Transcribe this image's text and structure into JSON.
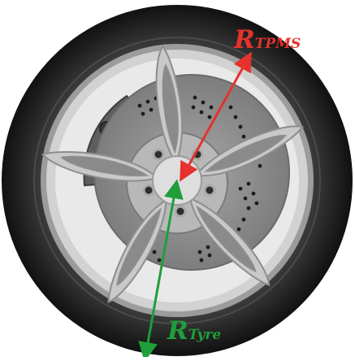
{
  "diagram": {
    "labels": {
      "tpms": {
        "main": "R",
        "sub": "TPMS"
      },
      "tyre": {
        "main": "R",
        "sub": "Tyre"
      }
    },
    "colors": {
      "background": "#ffffff",
      "tyre": "#2b2b2b",
      "rim": "#a9a9a9",
      "disc": "#8f8f8f",
      "spoke": "#bdbdbd",
      "tpms_arrow": "#e5322d",
      "tyre_arrow": "#1f9e3a"
    }
  }
}
